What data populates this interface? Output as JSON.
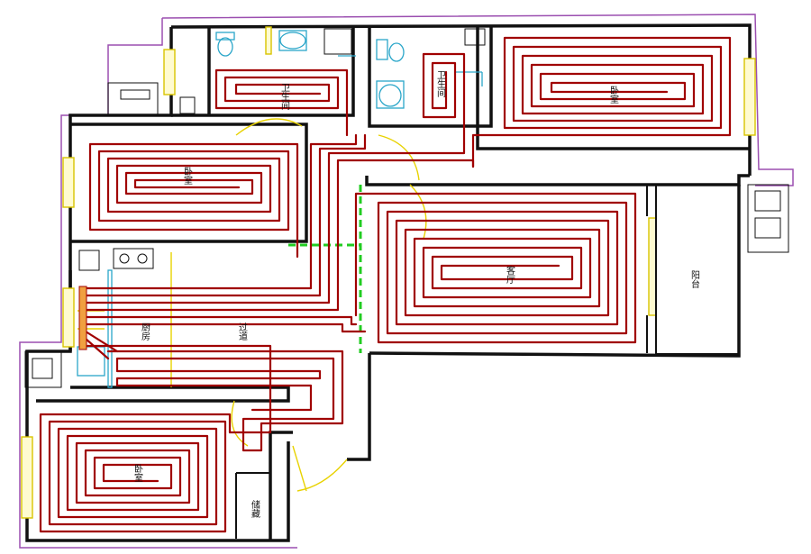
{
  "labels": {
    "bath_top": "卫生间",
    "bath_right": "卫生间",
    "bedroom_top_right": "卧室",
    "bedroom_left": "卧室",
    "living": "客厅",
    "balcony": "阳台",
    "corridor_a": "厨房",
    "corridor_b": "过道",
    "bedroom_bottom": "卧室",
    "storage": "储藏"
  },
  "colors": {
    "pipe": "#a00000",
    "wall": "#111111",
    "outline": "#9b4fb0",
    "window": "#d8c400",
    "fixture": "#2aa6c9",
    "partition": "#22cc22"
  }
}
